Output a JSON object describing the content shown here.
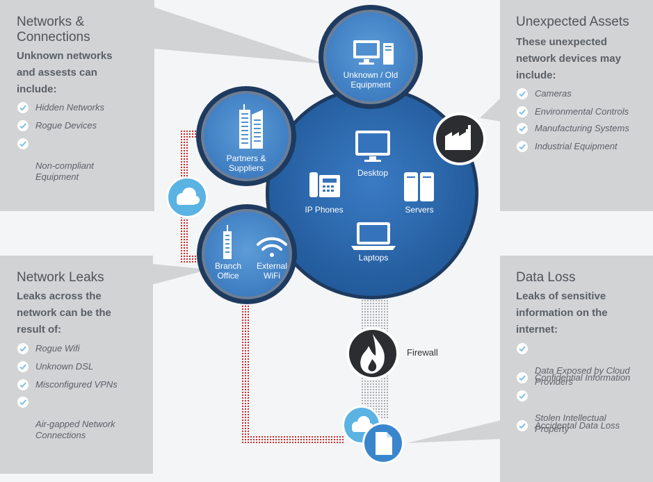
{
  "panels": {
    "networks": {
      "title": "Networks &\nConnections",
      "subtitle_lines": [
        "Unknown networks",
        "and assests can",
        "include:"
      ],
      "items": [
        "Hidden Networks",
        "Rogue Devices",
        "Non-compliant\nEquipment"
      ]
    },
    "unexpected": {
      "title": "Unexpected Assets",
      "subtitle_lines": [
        "These unexpected",
        "network devices may",
        "include:"
      ],
      "items": [
        "Cameras",
        "Environmental Controls",
        "Manufacturing Systems",
        "Industrial Equipment"
      ]
    },
    "leaks": {
      "title": "Network Leaks",
      "subtitle_lines": [
        "Leaks across the",
        "network can be the",
        "result of:"
      ],
      "items": [
        "Rogue Wifi",
        "Unknown DSL",
        "Misconfigured VPNs",
        "Air-gapped Network\nConnections"
      ]
    },
    "dataloss": {
      "title": "Data Loss",
      "subtitle_lines": [
        "Leaks of sensitive",
        "information on the",
        "internet:"
      ],
      "items": [
        "Data Exposed by Cloud\nProviders",
        "Confidential Information",
        "Stolen Intellectual\nProperty",
        "Accidental Data Loss"
      ]
    }
  },
  "diagram": {
    "unknown_equipment": "Unknown / Old\nEquipment",
    "partners": "Partners &\nSuppliers",
    "desktop": "Desktop",
    "ip_phones": "IP Phones",
    "servers": "Servers",
    "laptops": "Laptops",
    "branch_office": "Branch\nOffice",
    "external_wifi": "External\nWiFi",
    "firewall": "Firewall"
  },
  "colors": {
    "panel_bg": "#d1d3d5",
    "circle_blue": "#2f6bb0",
    "circle_light": "#5a9ad6",
    "ring_dark": "#1e3a5f",
    "red_dots": "#cc2a2a",
    "check_blue": "#7cc0e6"
  }
}
